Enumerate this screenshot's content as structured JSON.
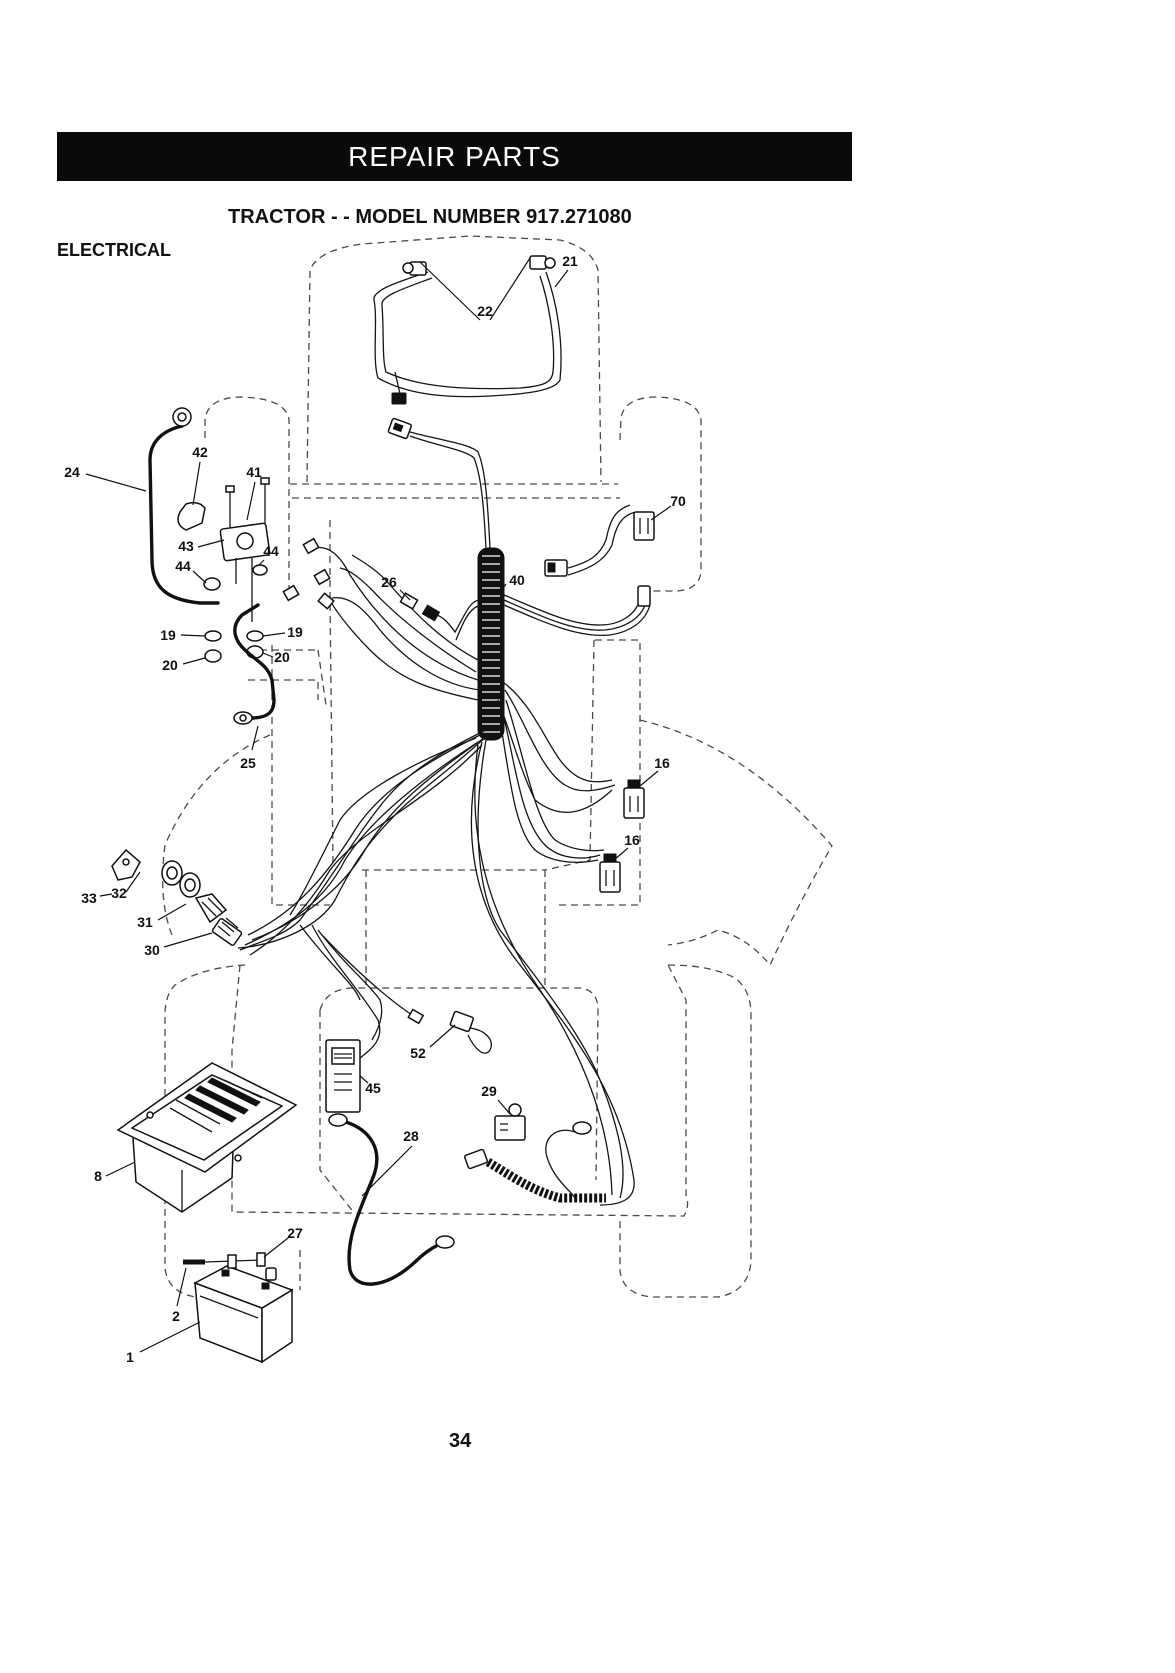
{
  "header": {
    "title": "REPAIR PARTS",
    "model_title": "TRACTOR - - MODEL NUMBER 917.271080"
  },
  "section": {
    "title": "ELECTRICAL"
  },
  "diagram": {
    "callouts": [
      "22",
      "21",
      "24",
      "42",
      "41",
      "43",
      "44",
      "44",
      "19",
      "20",
      "19",
      "20",
      "26",
      "40",
      "70",
      "16",
      "16",
      "25",
      "33",
      "32",
      "31",
      "30",
      "52",
      "45",
      "29",
      "28",
      "8",
      "27",
      "2",
      "1"
    ]
  },
  "footer": {
    "page_number": "34"
  }
}
